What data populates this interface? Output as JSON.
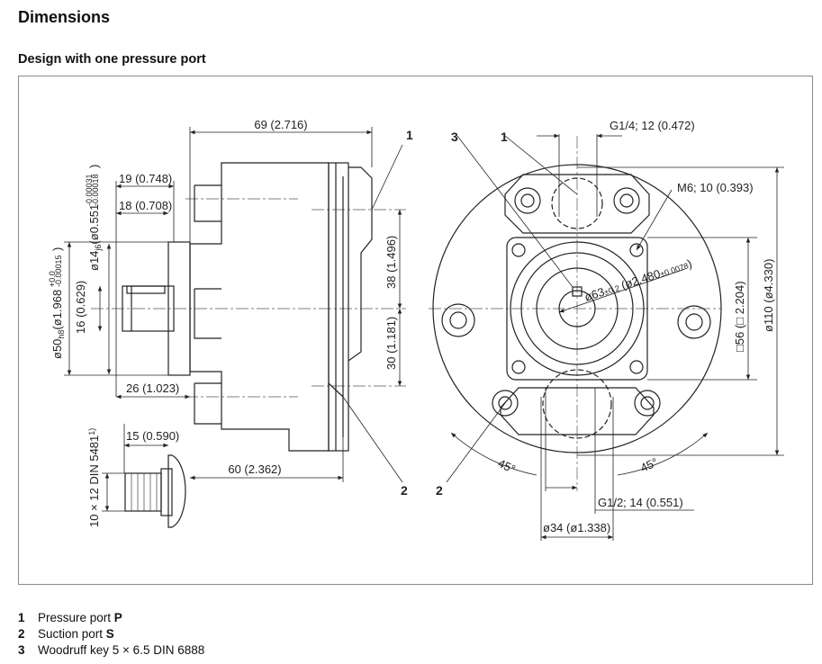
{
  "heading": "Dimensions",
  "subheading": "Design with one pressure port",
  "side_view": {
    "overall_length": "69 (2.716)",
    "shoulder_19": "19 (0.748)",
    "shoulder_18": "18 (0.708)",
    "shaft_dia": "ø14",
    "shaft_dia_tol": "j6",
    "shaft_dia_inch": "(ø0.551",
    "shaft_dia_inch_tol_upper": "-0.00031",
    "shaft_dia_inch_tol_lower": "-0.00018",
    "shaft_dia_close": ")",
    "pilot_dia": "ø50",
    "pilot_dia_tol": "h8",
    "pilot_dia_inch": "(ø1.968",
    "pilot_dia_inch_tol_upper": "+0.0",
    "pilot_dia_inch_tol_lower": "-0.00015",
    "pilot_dia_close": ")",
    "key_height": "16 (0.629)",
    "port_offset_38": "38 (1.496)",
    "port_offset_30": "30 (1.181)",
    "dim_26": "26 (1.023)",
    "dim_15": "15 (0.590)",
    "dim_60": "60 (2.362)",
    "spline": "10 × 12 DIN 5481",
    "spline_note": "1)"
  },
  "front_view": {
    "pressure_thread": "G1/4; 12 (0.472)",
    "mount_thread": "M6; 10 (0.393)",
    "bore_dia": "ø63",
    "bore_dia_tol": "±0.2",
    "bore_dia_inch": "(ø2.480",
    "bore_dia_inch_tol": "±0.0078",
    "bore_dia_close": ")",
    "square": "□56 (□ 2.204)",
    "flange_dia": "ø110 (ø4.330)",
    "angle_left": "45°",
    "angle_right": "45°",
    "suction_thread": "G1/2; 14 (0.551)",
    "suction_dia": "ø34 (ø1.338)"
  },
  "callouts": {
    "one": "1",
    "two": "2",
    "three": "3"
  },
  "legend": [
    {
      "num": "1",
      "text": "Pressure port ",
      "bold": "P"
    },
    {
      "num": "2",
      "text": "Suction port ",
      "bold": "S"
    },
    {
      "num": "3",
      "text": "Woodruff key 5 × 6.5 DIN 6888",
      "bold": ""
    }
  ]
}
